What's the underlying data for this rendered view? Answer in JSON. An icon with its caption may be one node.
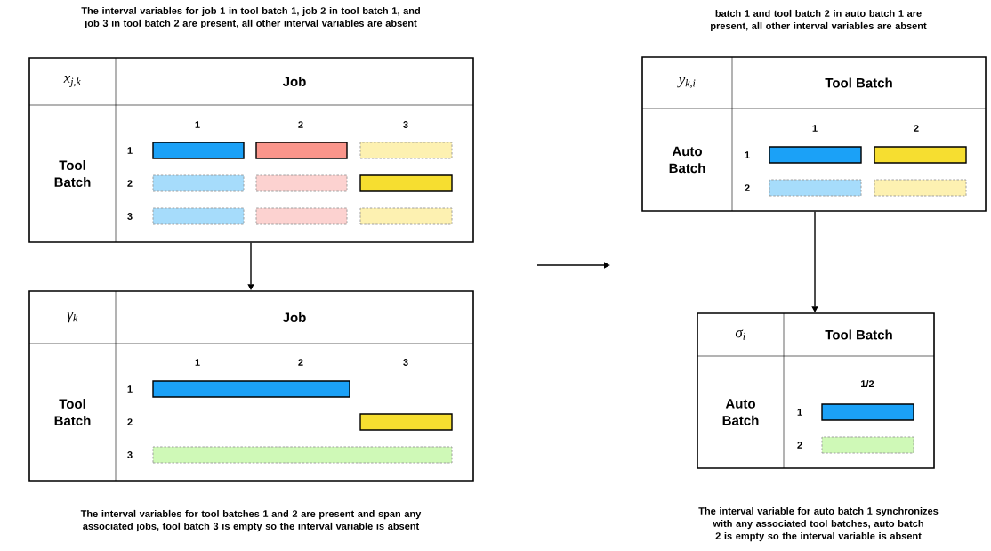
{
  "diagram": {
    "nodes": [
      {
        "text": [
          "x$_{j,k}$",
          "Job",
          "Tool Batch",
          "1",
          "2",
          "3",
          "1",
          "2",
          "3"
        ]
      },
      {
        "text": [],
        "shape": "bar",
        "in": 0
      },
      {
        "text": [],
        "shape": "bar",
        "in": 0
      },
      {
        "text": [],
        "shape": "bar",
        "in": 0
      },
      {
        "text": [],
        "shape": "bar",
        "in": 0
      },
      {
        "text": [],
        "shape": "bar",
        "in": 0
      },
      {
        "text": [],
        "shape": "bar",
        "in": 0
      },
      {
        "text": [],
        "shape": "bar",
        "in": 0
      },
      {
        "text": [],
        "shape": "bar",
        "in": 0
      },
      {
        "text": [],
        "shape": "bar",
        "in": 0
      },
      {
        "text": [
          "γ$_{k}$",
          "Job",
          "Tool Batch",
          "1",
          "2",
          "3",
          "1",
          "2",
          "3"
        ]
      },
      {
        "text": [],
        "shape": "bar",
        "in": 10
      },
      {
        "text": [],
        "shape": "bar",
        "in": 10
      },
      {
        "text": [],
        "shape": "bar",
        "in": 10
      },
      {
        "text": [
          "y$_{k,i}$",
          "Tool Batch",
          "Auto Batch",
          "1",
          "2",
          "1",
          "2"
        ]
      },
      {
        "text": [],
        "shape": "bar",
        "in": 14
      },
      {
        "text": [],
        "shape": "bar",
        "in": 14
      },
      {
        "text": [],
        "shape": "bar",
        "in": 14
      },
      {
        "text": [],
        "shape": "bar",
        "in": 14
      },
      {
        "text": [
          "σ$_{i}$",
          "Tool Batch",
          "Auto Batch",
          "1/2",
          "1",
          "2"
        ]
      },
      {
        "text": [],
        "shape": "bar",
        "in": 19
      },
      {
        "text": [],
        "shape": "bar",
        "in": 19
      }
    ],
    "edges": [
      {
        "from": 0,
        "to": 10,
        "arrow": "to"
      },
      {
        "from": 14,
        "to": 19,
        "arrow": "to"
      }
    ],
    "labels": [
      "The interval variables for job 1 in tool batch 1, job 2 in tool batch 1, and job 3 in tool batch 2 are present, all other interval variables are absent",
      "batch 1 and tool batch 2 in auto batch 1 are present, all other interval variables are absent",
      "The interval variables for tool batches 1 and 2 are present and span any associated jobs, tool batch 3 is empty so the interval variable is absent",
      "The interval variable for auto batch 1 synchronizes with any associated tool batches, auto batch 2 is empty so the interval variable is absent"
    ]
  }
}
